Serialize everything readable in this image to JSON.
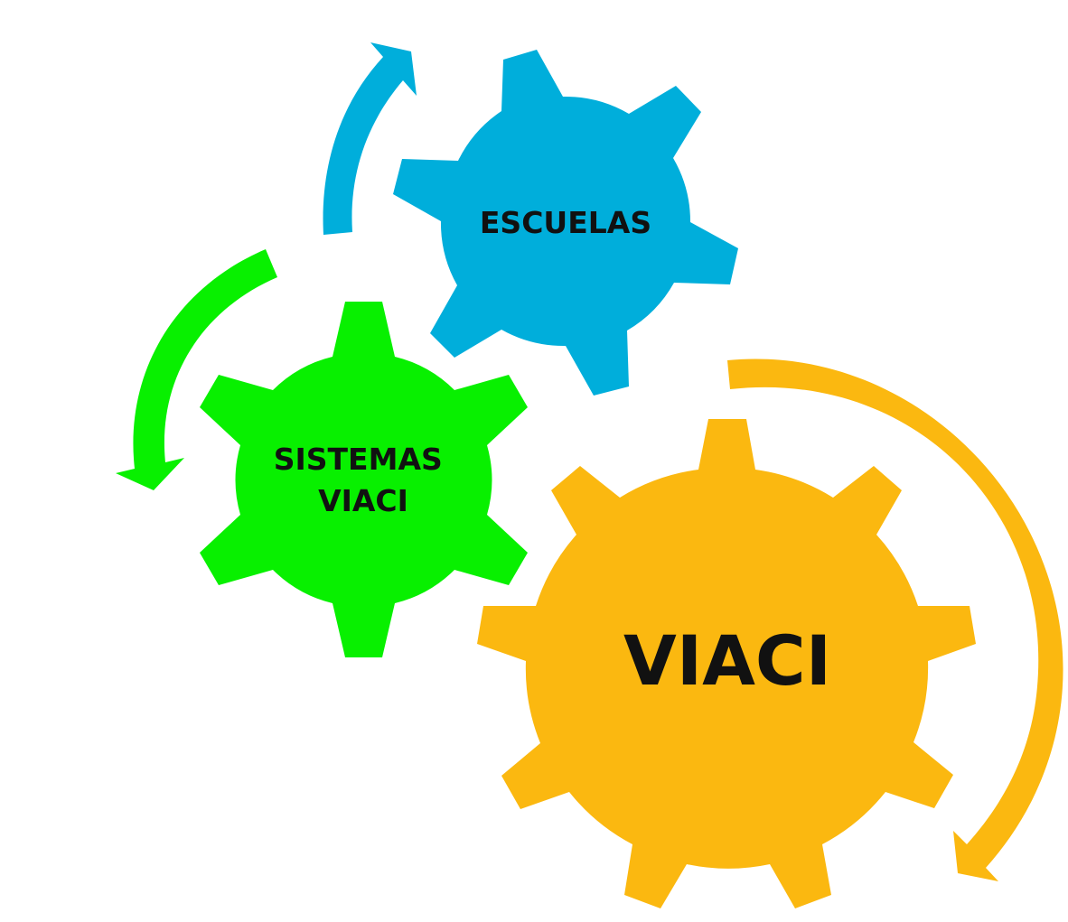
{
  "diagram": {
    "gears": [
      {
        "id": "escuelas",
        "lines": [
          "ESCUELAS"
        ],
        "color": "#00AEDB"
      },
      {
        "id": "sistemas",
        "lines": [
          "SISTEMAS",
          "VIACI"
        ],
        "color": "#08F000"
      },
      {
        "id": "viaci",
        "lines": [
          "VIACI"
        ],
        "color": "#FBB810"
      }
    ],
    "arrows": [
      {
        "id": "blue-arrow",
        "color": "#00AEDB",
        "direction": "clockwise"
      },
      {
        "id": "green-arrow",
        "color": "#08F000",
        "direction": "counterclockwise"
      },
      {
        "id": "orange-arrow",
        "color": "#FBB810",
        "direction": "clockwise"
      }
    ]
  }
}
